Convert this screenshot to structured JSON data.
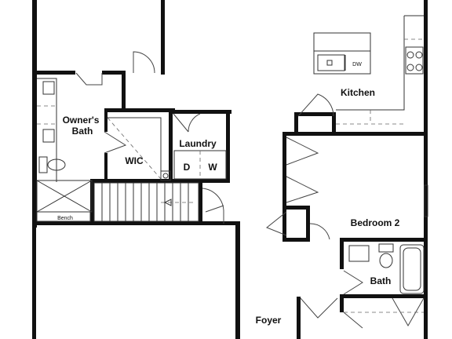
{
  "rooms": {
    "owners_bath": [
      "Owner's",
      "Bath"
    ],
    "wic": "WIC",
    "laundry": "Laundry",
    "kitchen": "Kitchen",
    "bedroom2": "Bedroom 2",
    "bath": "Bath",
    "foyer": "Foyer"
  },
  "fixtures": {
    "dryer": "D",
    "washer": "W",
    "dishwasher": "DW",
    "bench": "Bench"
  }
}
